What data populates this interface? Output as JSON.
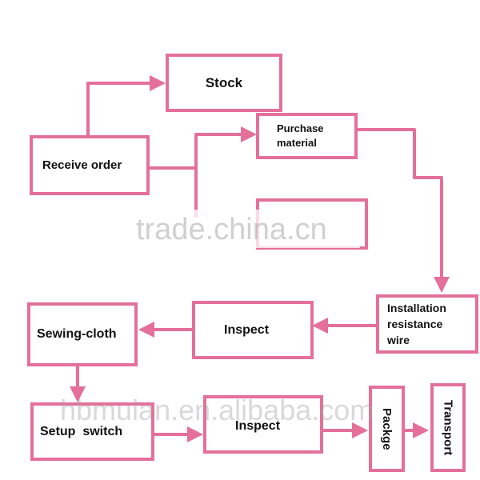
{
  "colors": {
    "accent": "#e4709a",
    "text": "#111111",
    "watermark": "#9a9a9a"
  },
  "nodes": {
    "stock": "Stock",
    "receive_order": "Receive order",
    "purchase_material": "Purchase\nmaterial",
    "installation": "Installation\nresistance\nwire",
    "inspect_1": "Inspect",
    "sewing_cloth": "Sewing-cloth",
    "setup_switch": "Setup  switch",
    "inspect_2": "Inspect",
    "packge": "Packge",
    "transport": "Transport"
  },
  "watermarks": {
    "top": "trade.china.cn",
    "bottom": "hbmulan.en.alibaba.com"
  }
}
